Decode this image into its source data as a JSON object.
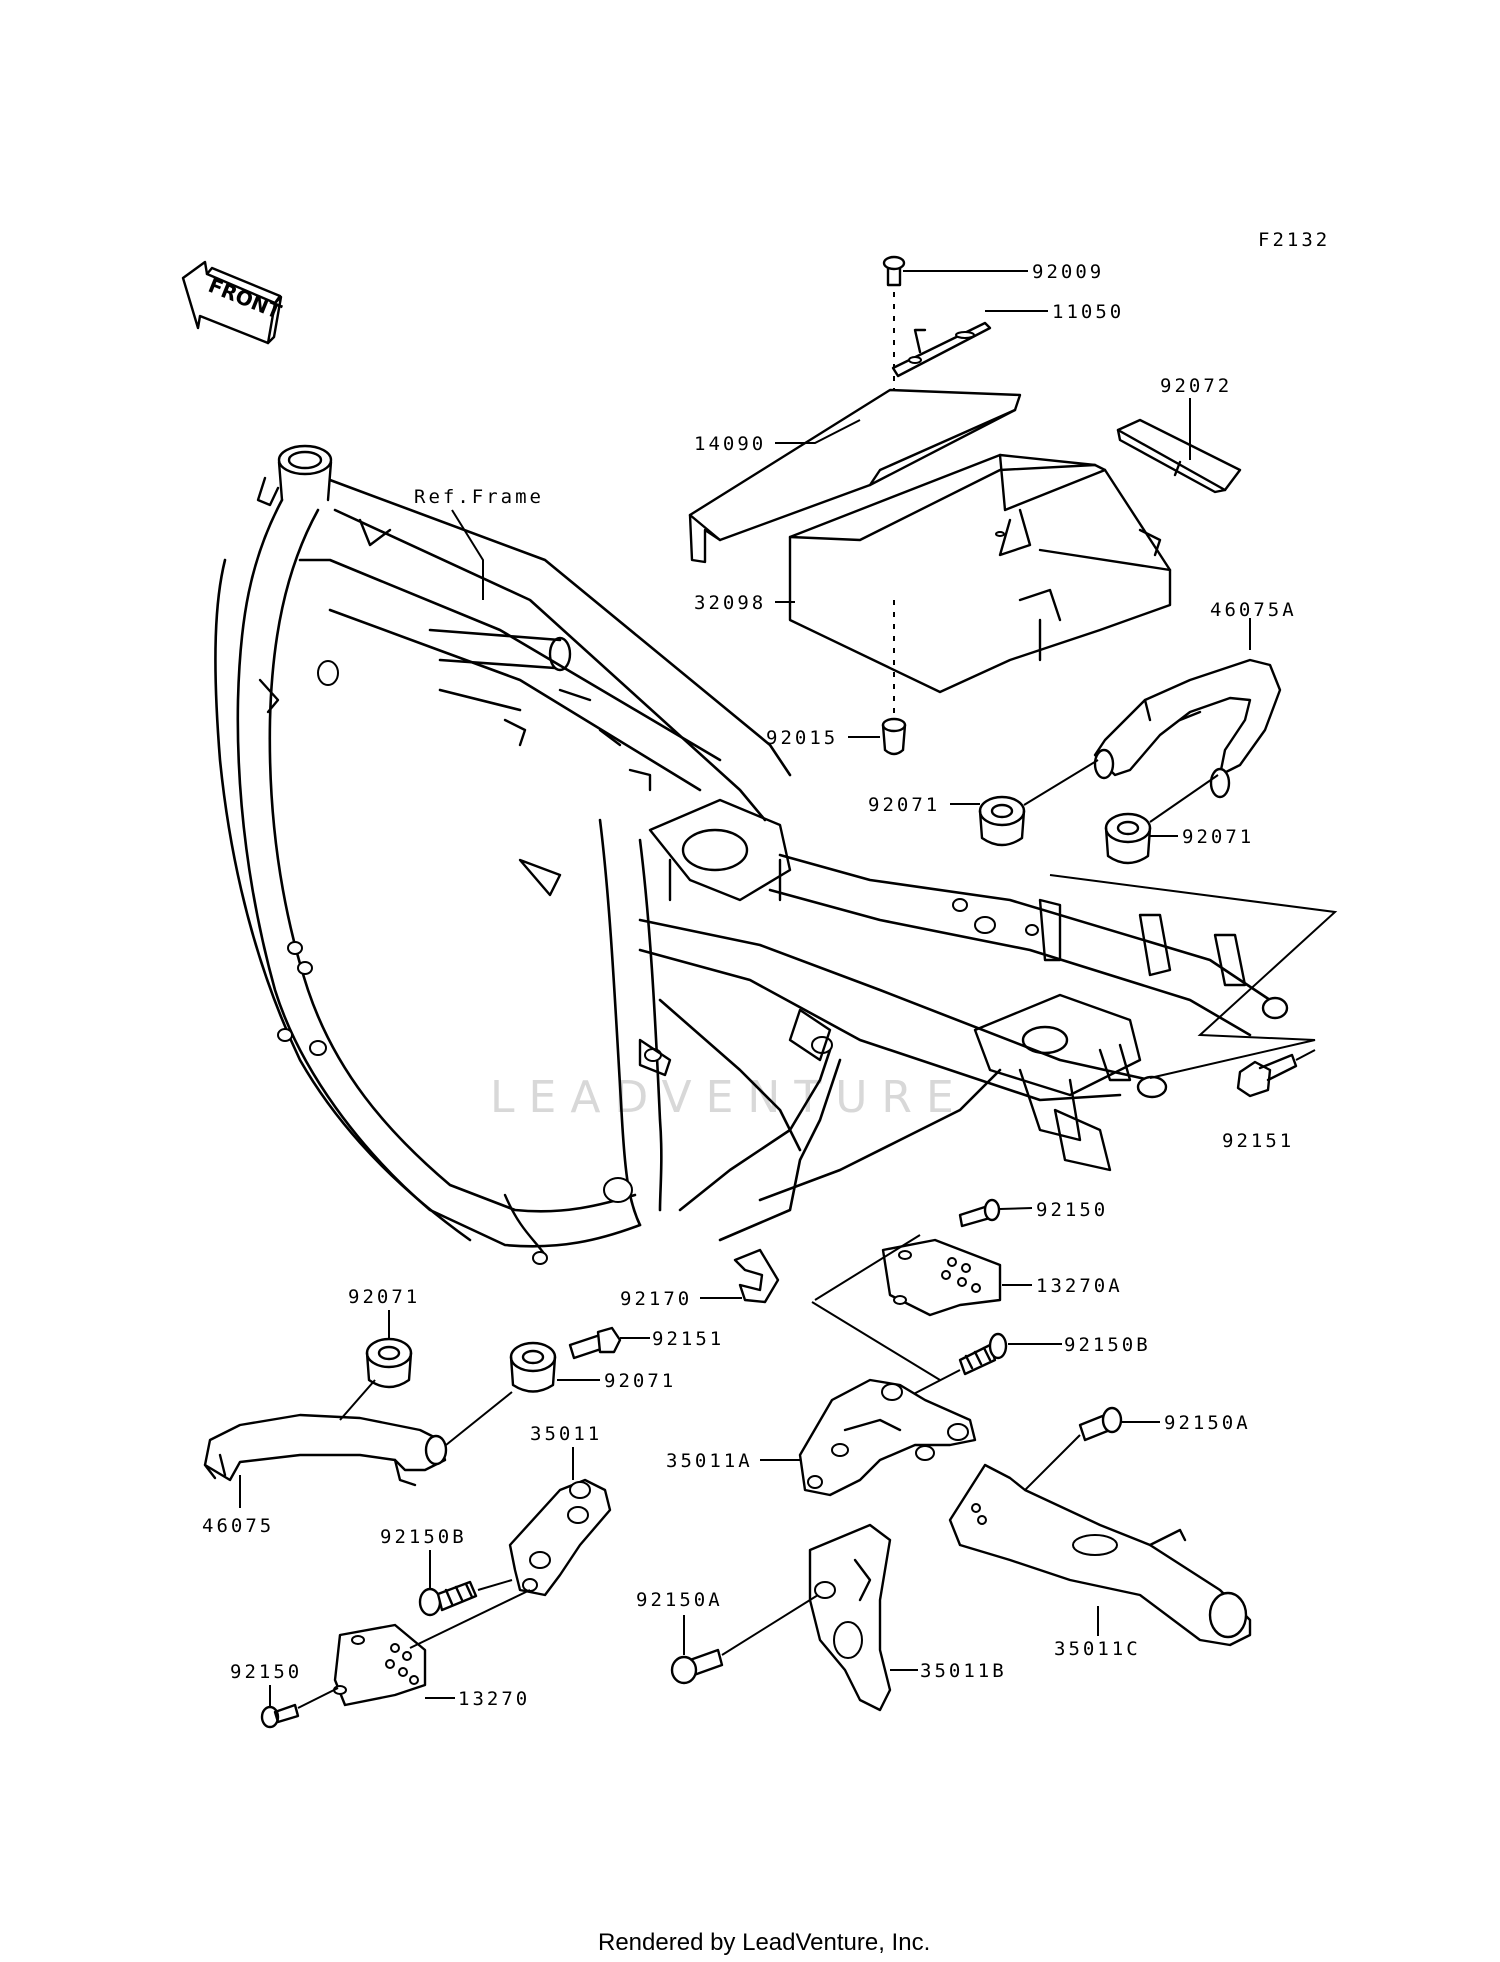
{
  "diagram_code": "F2132",
  "front_label": "FRONT",
  "ref_frame": "Ref.Frame",
  "watermark": "LEADVENTURE",
  "footer": "Rendered by LeadVenture, Inc.",
  "callouts": {
    "p92009": "92009",
    "p11050": "11050",
    "p92072": "92072",
    "p14090": "14090",
    "p32098": "32098",
    "p46075A": "46075A",
    "p92015": "92015",
    "p92071_a": "92071",
    "p92071_b": "92071",
    "p92151_a": "92151",
    "p92150_a": "92150",
    "p13270A": "13270A",
    "p92170": "92170",
    "p92071_c": "92071",
    "p92151_b": "92151",
    "p92150B_a": "92150B",
    "p92071_d": "92071",
    "p35011": "35011",
    "p35011A": "35011A",
    "p92150A_a": "92150A",
    "p46075": "46075",
    "p92150B_b": "92150B",
    "p92150A_b": "92150A",
    "p35011C": "35011C",
    "p92150_b": "92150",
    "p13270": "13270",
    "p35011B": "35011B"
  }
}
